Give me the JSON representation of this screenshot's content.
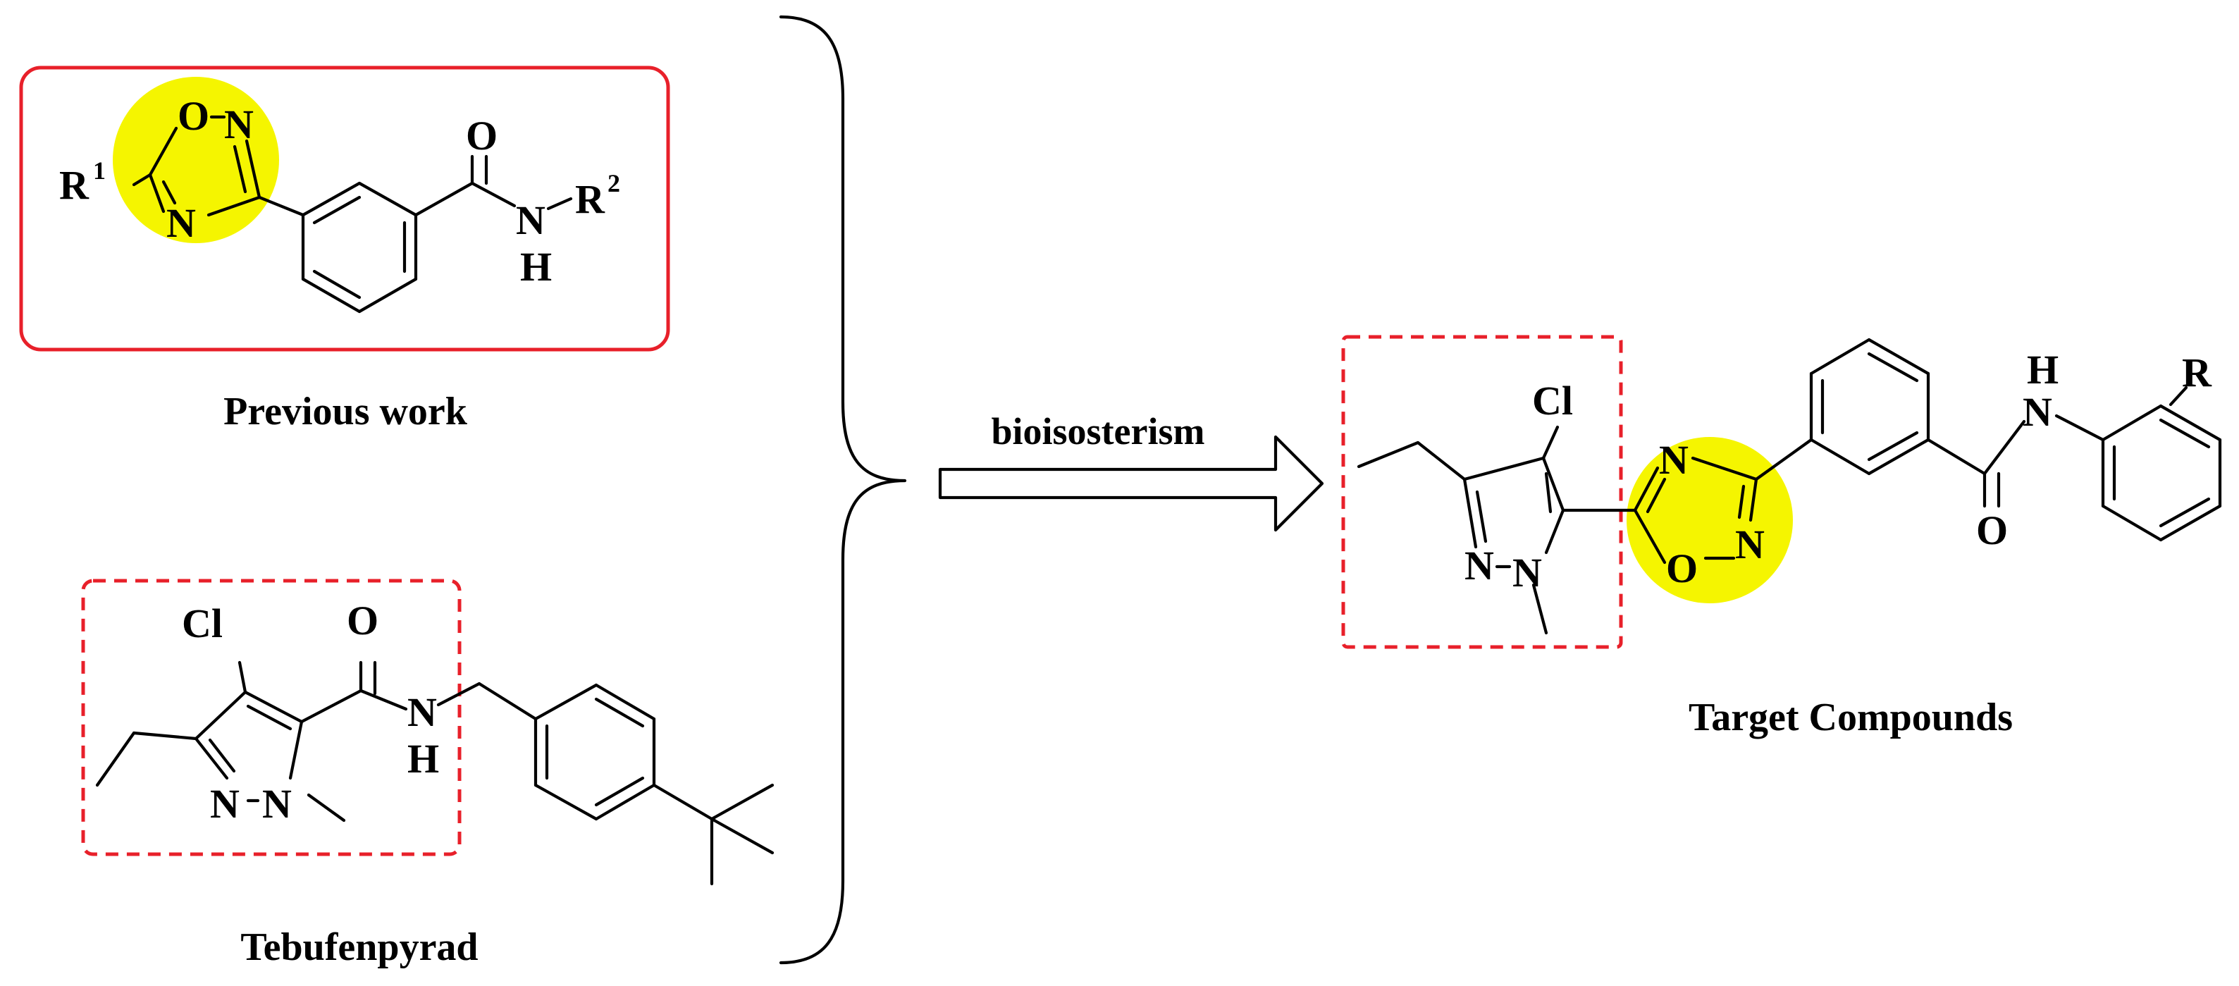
{
  "previous_work": {
    "caption": "Previous work",
    "atoms": {
      "O": "O",
      "N_top": "N",
      "N_bottom": "N",
      "R1": "R",
      "R1_sup": "1",
      "carbonyl_O": "O",
      "amide_N": "N",
      "amide_H": "H",
      "R2": "R",
      "R2_sup": "2"
    }
  },
  "tebufenpyrad": {
    "caption": "Tebufenpyrad",
    "atoms": {
      "Cl": "Cl",
      "carbonyl_O": "O",
      "amide_N": "N",
      "amide_H": "H",
      "N1": "N",
      "N2": "N"
    }
  },
  "reaction": {
    "arrow_label": "bioisosterism"
  },
  "target_compounds": {
    "caption": "Target Compounds",
    "atoms": {
      "Cl": "Cl",
      "pz_N1": "N",
      "pz_N2": "N",
      "ox_N_top": "N",
      "ox_O": "O",
      "ox_N_bottom": "N",
      "amide_H": "H",
      "amide_N": "N",
      "carbonyl_O": "O",
      "R": "R"
    }
  },
  "colors": {
    "box_solid": "#e8202a",
    "box_dashed": "#e8202a",
    "highlight": "#f5f500",
    "bond": "#000000"
  }
}
